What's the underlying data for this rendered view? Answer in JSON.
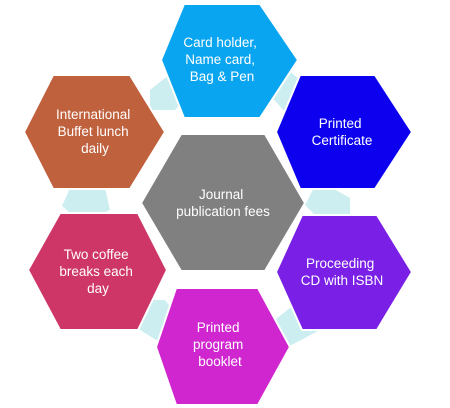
{
  "center": {
    "lines": [
      "Journal",
      "publication fees"
    ],
    "fill": "#808080",
    "text_color": "#ffffff"
  },
  "items": [
    {
      "key": "card-holder",
      "lines": [
        "Card holder,",
        "Name card,",
        "Bag & Pen"
      ],
      "fill": "#0aa5f0",
      "text_color": "#ffffff"
    },
    {
      "key": "printed-certificate",
      "lines": [
        "Printed",
        "Certificate"
      ],
      "fill": "#0c00ef",
      "text_color": "#ffffff"
    },
    {
      "key": "proceeding-cd",
      "lines": [
        "Proceeding",
        "CD with ISBN"
      ],
      "fill": "#7a1fe6",
      "text_color": "#ffffff"
    },
    {
      "key": "program-booklet",
      "lines": [
        "Printed",
        "program",
        "booklet"
      ],
      "fill": "#d026cf",
      "text_color": "#ffffff"
    },
    {
      "key": "coffee-breaks",
      "lines": [
        "Two coffee",
        "breaks each",
        "day"
      ],
      "fill": "#cf3668",
      "text_color": "#ffffff"
    },
    {
      "key": "buffet-lunch",
      "lines": [
        "International",
        "Buffet lunch",
        "daily"
      ],
      "fill": "#c0613e",
      "text_color": "#ffffff"
    }
  ],
  "connector_color": "#cdeef1"
}
